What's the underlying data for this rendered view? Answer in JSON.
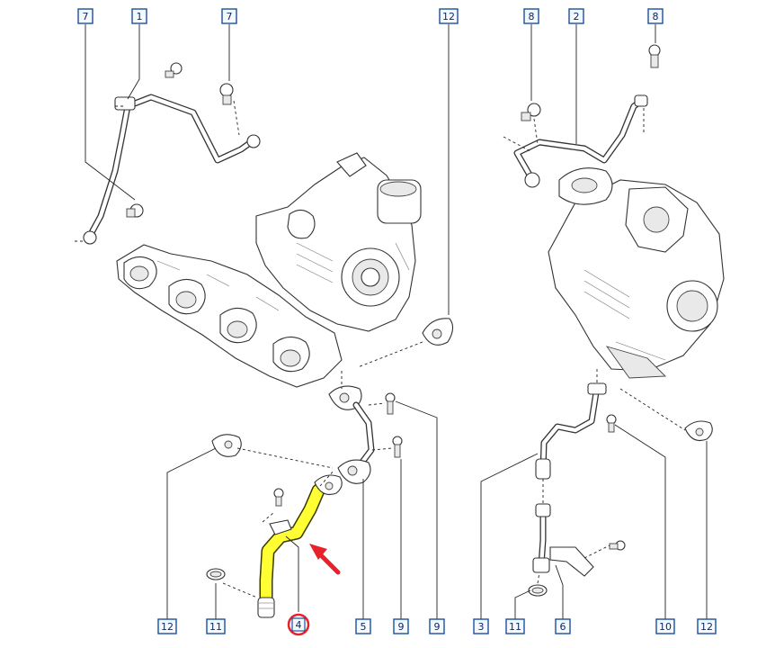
{
  "callouts": {
    "c7a": "7",
    "c1": "1",
    "c7b": "7",
    "c12a": "12",
    "c8a": "8",
    "c2": "2",
    "c8b": "8",
    "c12b": "12",
    "c11a": "11",
    "c4": "4",
    "c5": "5",
    "c9a": "9",
    "c9b": "9",
    "c3": "3",
    "c11b": "11",
    "c6": "6",
    "c10": "10",
    "c12c": "12"
  },
  "colors": {
    "highlight": "#ffff33",
    "arrow": "#e8212a",
    "callout_border": "#1a4f9c"
  }
}
